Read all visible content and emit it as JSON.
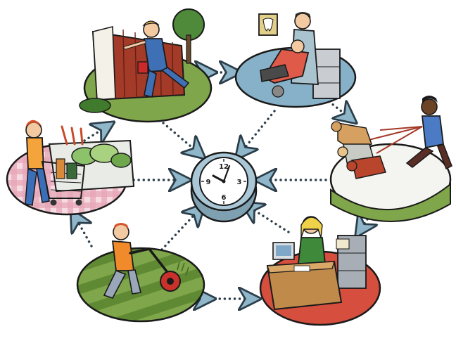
{
  "colors": {
    "background": "#ffffff",
    "outline": "#1a1a1a",
    "lawn_green": "#7fa64a",
    "lawn_dark": "#5f8a33",
    "dentist_blue": "#86b1c8",
    "office_red": "#d64e3e",
    "gingham_pink": "#e7a6b8",
    "dog_walk_white": "#f4f4f1",
    "fence_red": "#a43a28",
    "clock_face": "#ffffff",
    "clock_rim": "#a9c7d6",
    "arrow_blue": "#8fb6c9",
    "dot_gray": "#2c3e4a"
  },
  "center": {
    "icon": "wall-clock-icon",
    "numerals": [
      "12",
      "3",
      "6",
      "9"
    ],
    "time_shown": "10:05"
  },
  "scenes": [
    {
      "icon": "fence-painting-icon",
      "subject": "painting-fence"
    },
    {
      "icon": "dentist-icon",
      "subject": "dental-visit"
    },
    {
      "icon": "dog-walking-icon",
      "subject": "dog-walking"
    },
    {
      "icon": "office-work-icon",
      "subject": "office-desk-work"
    },
    {
      "icon": "lawn-mowing-icon",
      "subject": "mowing-lawn"
    },
    {
      "icon": "grocery-shopping-icon",
      "subject": "grocery-shopping"
    }
  ]
}
